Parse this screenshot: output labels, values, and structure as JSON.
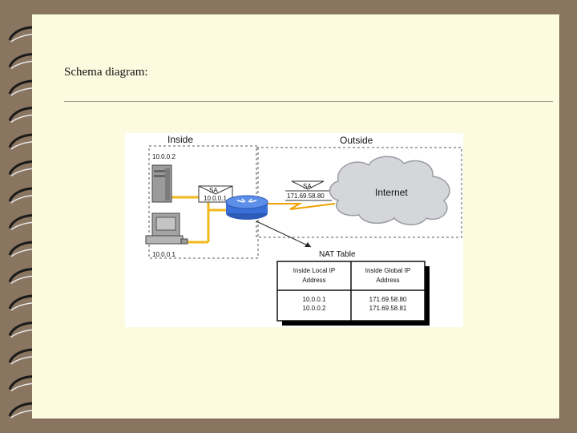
{
  "slide": {
    "title": "Schema diagram:"
  },
  "diagram": {
    "inside_label": "Inside",
    "outside_label": "Outside",
    "server_ip": "10.0.0.2",
    "pc_ip": "10.0.0.1",
    "sa_inside_label": "SA",
    "sa_inside_ip": "10.0.0.1",
    "sa_outside_label": "SA",
    "sa_outside_ip": "171.69.58.80",
    "internet_label": "Internet",
    "nat_table": {
      "title": "NAT Table",
      "col1_header_line1": "Inside Local IP",
      "col1_header_line2": "Address",
      "col2_header_line1": "Inside Global IP",
      "col2_header_line2": "Address",
      "rows": [
        {
          "local": "10.0.0.1",
          "global": "171.69.58.80"
        },
        {
          "local": "10.0.0.2",
          "global": "171.69.58.81"
        }
      ]
    },
    "colors": {
      "cable": "#f2b81c",
      "router": "#3a6fd8",
      "serial": "#f0a000",
      "cloud": "#d4d6da"
    }
  }
}
